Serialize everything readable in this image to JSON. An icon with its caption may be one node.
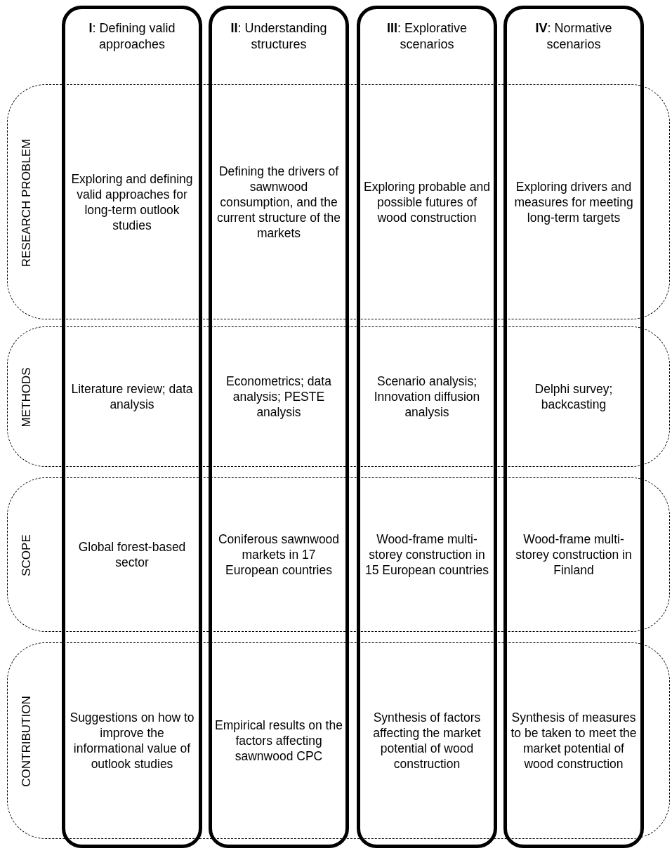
{
  "diagram": {
    "nodes": [
      {
        "text": [
          "**I**: Defining valid approaches"
        ]
      },
      {
        "text": [
          "**II**: Understanding structures"
        ]
      },
      {
        "text": [
          "**III**: Explorative scenarios"
        ]
      },
      {
        "text": [
          "**IV**: Normative scenarios"
        ]
      },
      {
        "text": [
          "RESEARCH PROBLEM"
        ]
      },
      {
        "text": [
          "METHODS"
        ]
      },
      {
        "text": [
          "SCOPE"
        ]
      },
      {
        "text": [
          "CONTRIBUTION"
        ]
      }
    ],
    "labels": [
      "Exploring and defining valid approaches for long-term outlook studies",
      "Defining the drivers of sawnwood consumption, and the current structure of the markets",
      "Exploring probable and possible futures of wood construction",
      "Exploring drivers and measures for meeting long-term targets",
      "Literature review; data analysis",
      "Econometrics; data analysis; PESTE analysis",
      "Scenario analysis; Innovation diffusion analysis",
      "Delphi survey; backcasting",
      "Global forest-based sector",
      "Coniferous sawnwood markets in 17 European countries",
      "Wood-frame multi-storey construction in 15 European countries",
      "Wood-frame multi-storey construction in Finland",
      "Suggestions on how to improve the informational value of outlook studies",
      "Empirical results on the factors affecting sawnwood CPC",
      "Synthesis of factors affecting the market potential of wood construction",
      "Synthesis of measures to be taken to meet the market potential of wood construction"
    ]
  }
}
